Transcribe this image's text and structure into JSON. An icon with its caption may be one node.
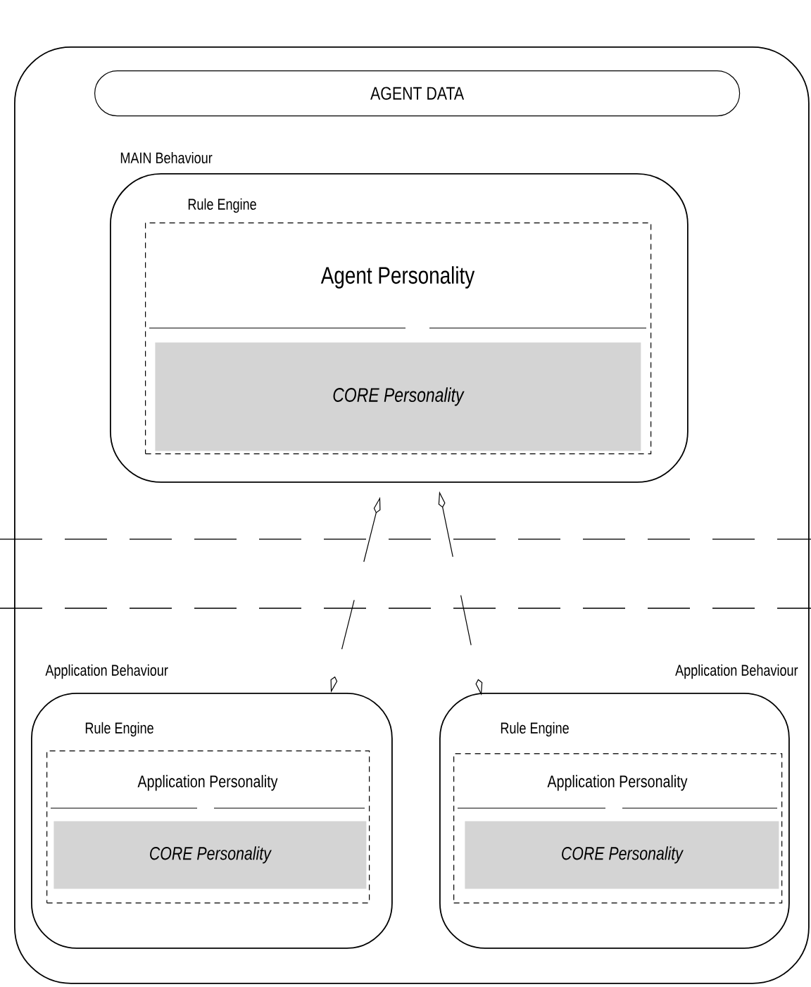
{
  "diagram": {
    "nodes": [
      {
        "text": [],
        "shape": "box"
      },
      {
        "text": [
          "AGENT DATA"
        ],
        "in": 0
      },
      {
        "text": [
          "MAIN Behaviour"
        ],
        "in": 0
      },
      {
        "text": [
          "Rule Engine",
          "Agent Personality"
        ],
        "in": 2
      },
      {
        "text": [
          "CORE Personality"
        ],
        "in": 3
      },
      {
        "text": [
          "Application Behaviour"
        ],
        "in": 0
      },
      {
        "text": [
          "Rule Engine",
          "Application Personality"
        ],
        "in": 5
      },
      {
        "text": [
          "CORE Personality"
        ],
        "in": 6
      },
      {
        "text": [
          "Application Behaviour"
        ],
        "in": 0
      },
      {
        "text": [
          "Rule Engine",
          "Application Personality"
        ],
        "in": 8
      },
      {
        "text": [
          "CORE Personality"
        ],
        "in": 9
      }
    ],
    "edges": [
      {
        "from": 2,
        "to": 5,
        "arrow": "both",
        "style": "dashed"
      },
      {
        "from": 2,
        "to": 8,
        "arrow": "both",
        "style": "dashed"
      }
    ]
  }
}
